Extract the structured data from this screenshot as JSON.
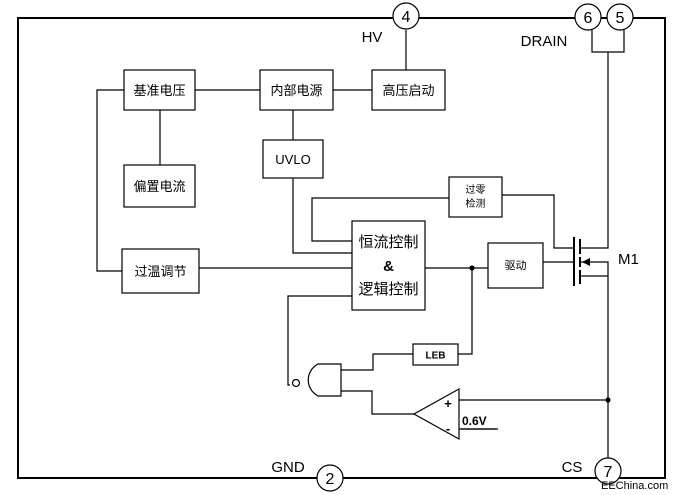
{
  "pins": {
    "hv": {
      "number": "4",
      "label": "HV"
    },
    "drain_a": {
      "number": "6"
    },
    "drain_b": {
      "number": "5"
    },
    "drain_label": "DRAIN",
    "gnd": {
      "number": "2",
      "label": "GND"
    },
    "cs": {
      "number": "7",
      "label": "CS"
    }
  },
  "blocks": {
    "ref_voltage": "基准电压",
    "internal_supply": "内部电源",
    "hv_startup": "高压启动",
    "uvlo": "UVLO",
    "bias_current": "偏置电流",
    "otp": "过温调节",
    "cc_logic": [
      "恒流控制",
      "&",
      "逻辑控制"
    ],
    "zcd": [
      "过零",
      "检测"
    ],
    "driver": "驱动",
    "leb": "LEB"
  },
  "components": {
    "mosfet": "M1",
    "comparator_plus": "+",
    "comparator_minus": "-",
    "reference": "0.6V"
  },
  "watermark": "EEChina.com"
}
